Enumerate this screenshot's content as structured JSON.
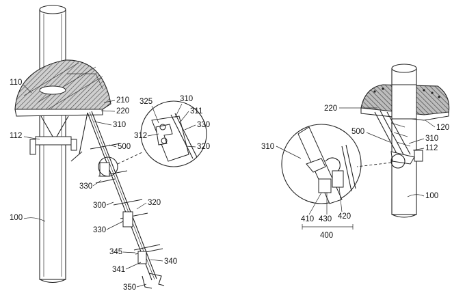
{
  "figures": {
    "left": {
      "labels": {
        "l110": "110",
        "l112": "112",
        "l100": "100",
        "l210": "210",
        "l220": "220",
        "l310a": "310",
        "l500": "500",
        "l325": "325",
        "l310b": "310",
        "l311": "311",
        "l312": "312",
        "l330a": "330",
        "l320a": "320",
        "l330b": "330",
        "l300": "300",
        "l320b": "320",
        "l330c": "330",
        "l345": "345",
        "l341": "341",
        "l340": "340",
        "l350": "350"
      }
    },
    "right": {
      "labels": {
        "l220": "220",
        "l120": "120",
        "l500": "500",
        "l310a": "310",
        "l112": "112",
        "l310b": "310",
        "l100": "100",
        "l410": "410",
        "l430": "430",
        "l420": "420",
        "l400": "400"
      }
    }
  }
}
